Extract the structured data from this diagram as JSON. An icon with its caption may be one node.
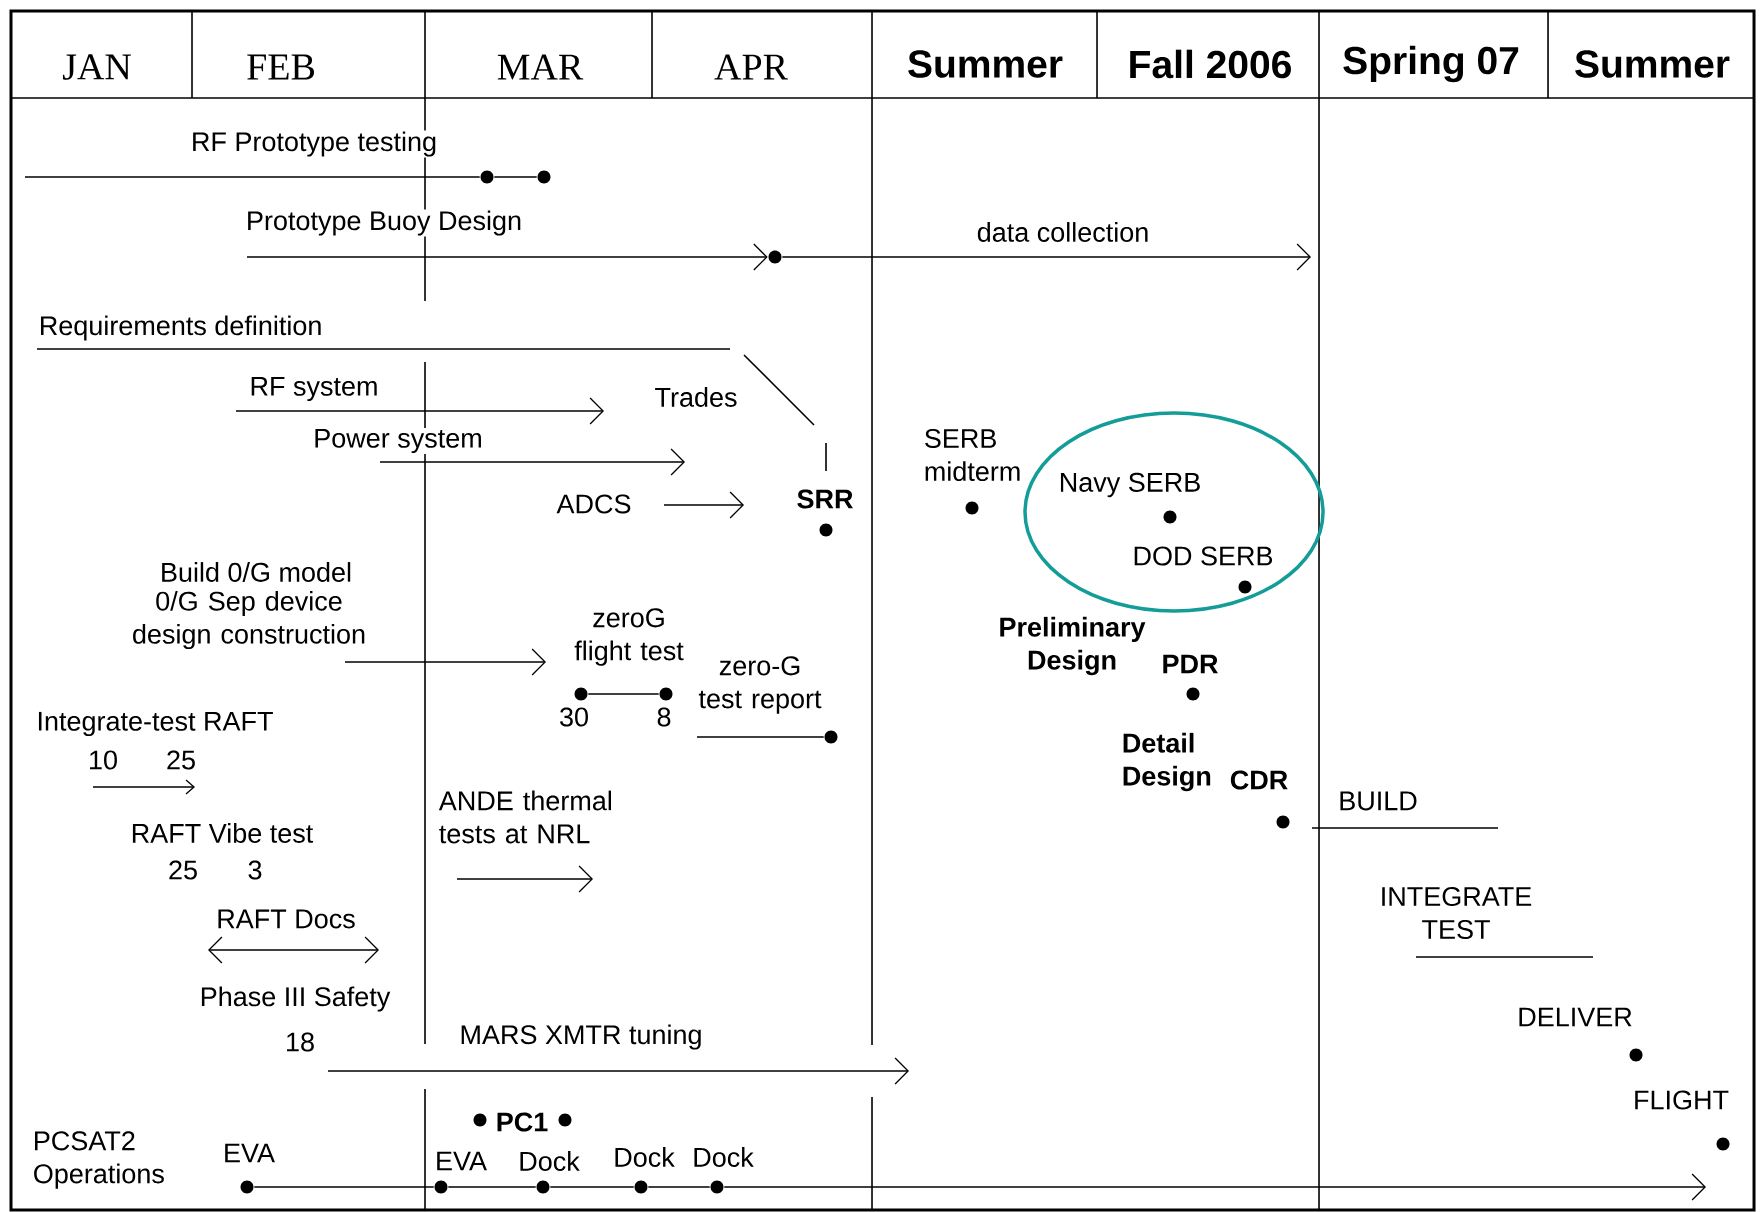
{
  "diagram": {
    "nodes": [
      {
        "text": [],
        "shape": "circle"
      },
      {
        "text": [],
        "shape": "circle"
      },
      {
        "text": [],
        "shape": "circle"
      },
      {
        "text": [],
        "shape": "circle"
      },
      {
        "text": [],
        "shape": "circle"
      },
      {
        "text": [
          "Navy SERB",
          "DOD SERB"
        ]
      },
      {
        "text": [],
        "shape": "circle",
        "in": 5
      },
      {
        "text": [],
        "shape": "circle",
        "in": 5
      },
      {
        "text": [],
        "shape": "circle"
      },
      {
        "text": [],
        "shape": "circle"
      },
      {
        "text": [],
        "shape": "circle"
      },
      {
        "text": [],
        "shape": "circle"
      },
      {
        "text": [],
        "shape": "circle"
      },
      {
        "text": [],
        "shape": "circle"
      },
      {
        "text": [],
        "shape": "circle"
      },
      {
        "text": [],
        "shape": "circle"
      },
      {
        "text": [],
        "shape": "circle"
      },
      {
        "text": [],
        "shape": "circle"
      },
      {
        "text": [],
        "shape": "circle"
      },
      {
        "text": [],
        "shape": "circle"
      },
      {
        "text": [],
        "shape": "circle"
      },
      {
        "text": [],
        "shape": "circle"
      }
    ],
    "edges": [
      {
        "from": null,
        "to": 0,
        "arrow": "none"
      },
      {
        "from": 0,
        "to": 1,
        "arrow": "none"
      },
      {
        "from": null,
        "to": 2,
        "arrow": "to"
      },
      {
        "from": 2,
        "to": null,
        "arrow": "to"
      },
      {
        "from": 8,
        "to": 9,
        "arrow": "none"
      },
      {
        "from": null,
        "to": 10,
        "arrow": "none"
      },
      {
        "from": 17,
        "to": 18,
        "arrow": "none"
      },
      {
        "from": 18,
        "to": 19,
        "arrow": "none"
      },
      {
        "from": 19,
        "to": 20,
        "arrow": "none"
      },
      {
        "from": 20,
        "to": 21,
        "arrow": "none"
      },
      {
        "from": 21,
        "to": null,
        "arrow": "to"
      }
    ],
    "labels": [
      "JAN",
      "FEB",
      "MAR",
      "APR",
      "Summer",
      "Fall 2006",
      "Spring 07",
      "Summer",
      "RF Prototype testing",
      "Prototype Buoy Design",
      "data collection",
      "Requirements definition",
      "RF system",
      "Trades",
      "Power system",
      "SERB midterm",
      "ADCS",
      "SRR",
      "Build 0/G model",
      "0/G Sep device design construction",
      "zeroG flight test",
      "zero-G test report",
      "Preliminary Design",
      "PDR",
      "Integrate-test RAFT",
      "30",
      "8",
      "10",
      "25",
      "Detail Design",
      "CDR",
      "ANDE thermal tests at NRL",
      "BUILD",
      "RAFT Vibe test",
      "25",
      "3",
      "INTEGRATE TEST",
      "RAFT Docs",
      "Phase III Safety",
      "DELIVER",
      "18",
      "MARS XMTR tuning",
      "FLIGHT",
      "PC1",
      "PCSAT2 Operations",
      "EVA",
      "EVA",
      "Dock",
      "Dock",
      "Dock"
    ]
  }
}
